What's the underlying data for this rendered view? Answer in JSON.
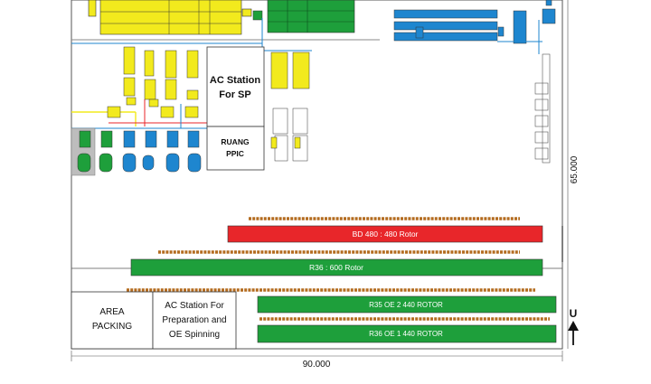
{
  "diagram": {
    "labels": {
      "ac_station_sp_line1": "AC Station",
      "ac_station_sp_line2": "For SP",
      "ruang_line1": "RUANG",
      "ruang_line2": "PPIC",
      "area_packing_line1": "AREA",
      "area_packing_line2": "PACKING",
      "ac_prep_line1": "AC Station For",
      "ac_prep_line2": "Preparation and",
      "ac_prep_line3": "OE Spinning"
    },
    "machines": {
      "bd480": "BD 480 : 480 Rotor",
      "r36": "R36 : 600 Rotor",
      "r35": "R35 OE 2 440 ROTOR",
      "r36oe1": "R36 OE 1 440 ROTOR"
    },
    "dimensions": {
      "width": "90.000",
      "height": "65.000"
    },
    "north_label": "U",
    "colors": {
      "yellow": "#f2ea1d",
      "green": "#1e9f3b",
      "blue": "#1e86cf",
      "red": "#e8262a",
      "rotor": "#b36b1f",
      "outline": "#333333"
    }
  }
}
